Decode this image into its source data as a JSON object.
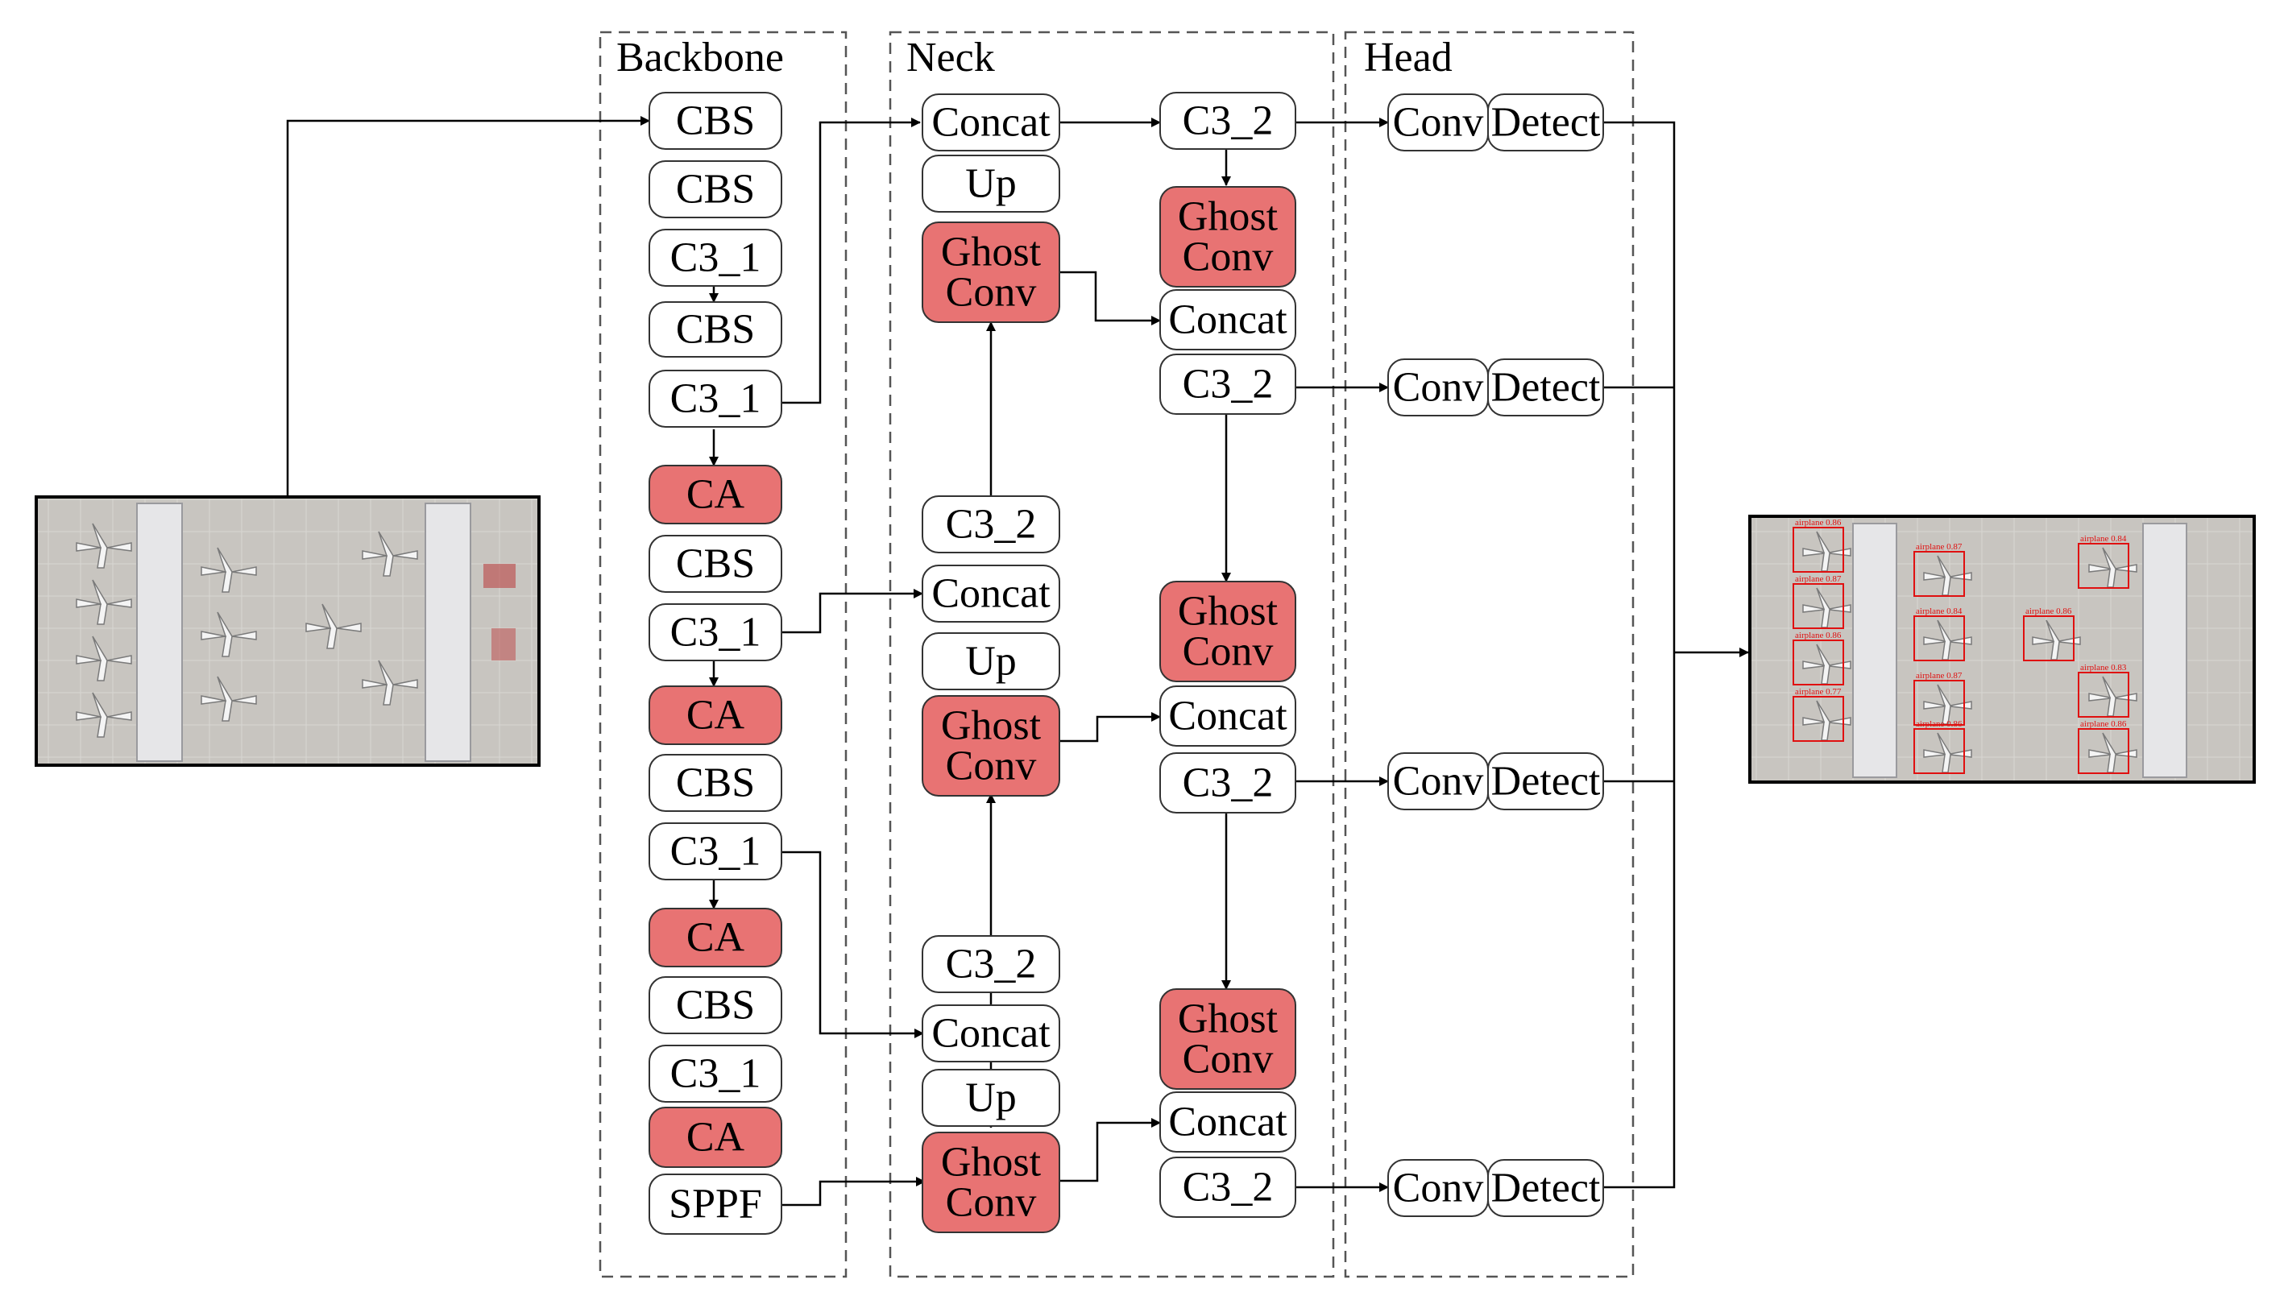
{
  "sections": {
    "backbone": "Backbone",
    "neck": "Neck",
    "head": "Head"
  },
  "colors": {
    "highlight": "#e87373",
    "plain": "#ffffff",
    "dash": "#555555"
  },
  "backbone_blocks": [
    "CBS",
    "CBS",
    "C3_1",
    "CBS",
    "C3_1",
    "CA",
    "CBS",
    "C3_1",
    "CA",
    "CBS",
    "C3_1",
    "CA",
    "CBS",
    "C3_1",
    "CA",
    "SPPF"
  ],
  "neck_left_blocks": [
    "Concat",
    "Up",
    "Ghost Conv",
    "C3_2",
    "Concat",
    "Up",
    "Ghost Conv",
    "C3_2",
    "Concat",
    "Up",
    "Ghost Conv"
  ],
  "neck_right_blocks": [
    "C3_2",
    "Ghost Conv",
    "Concat",
    "C3_2",
    "Ghost Conv",
    "Concat",
    "C3_2",
    "Ghost Conv",
    "Concat",
    "C3_2"
  ],
  "head_rows": [
    {
      "conv": "Conv",
      "detect": "Detect"
    },
    {
      "conv": "Conv",
      "detect": "Detect"
    },
    {
      "conv": "Conv",
      "detect": "Detect"
    },
    {
      "conv": "Conv",
      "detect": "Detect"
    }
  ],
  "output_image": {
    "detection_labels": [
      "airplane 0.86",
      "airplane 0.87",
      "airplane 0.86",
      "airplane 0.77",
      "airplane 0.87",
      "airplane 0.84",
      "airplane 0.87",
      "airplane 0.86",
      "airplane 0.86",
      "airplane 0.84",
      "airplane 0.83",
      "airplane 0.86"
    ]
  }
}
